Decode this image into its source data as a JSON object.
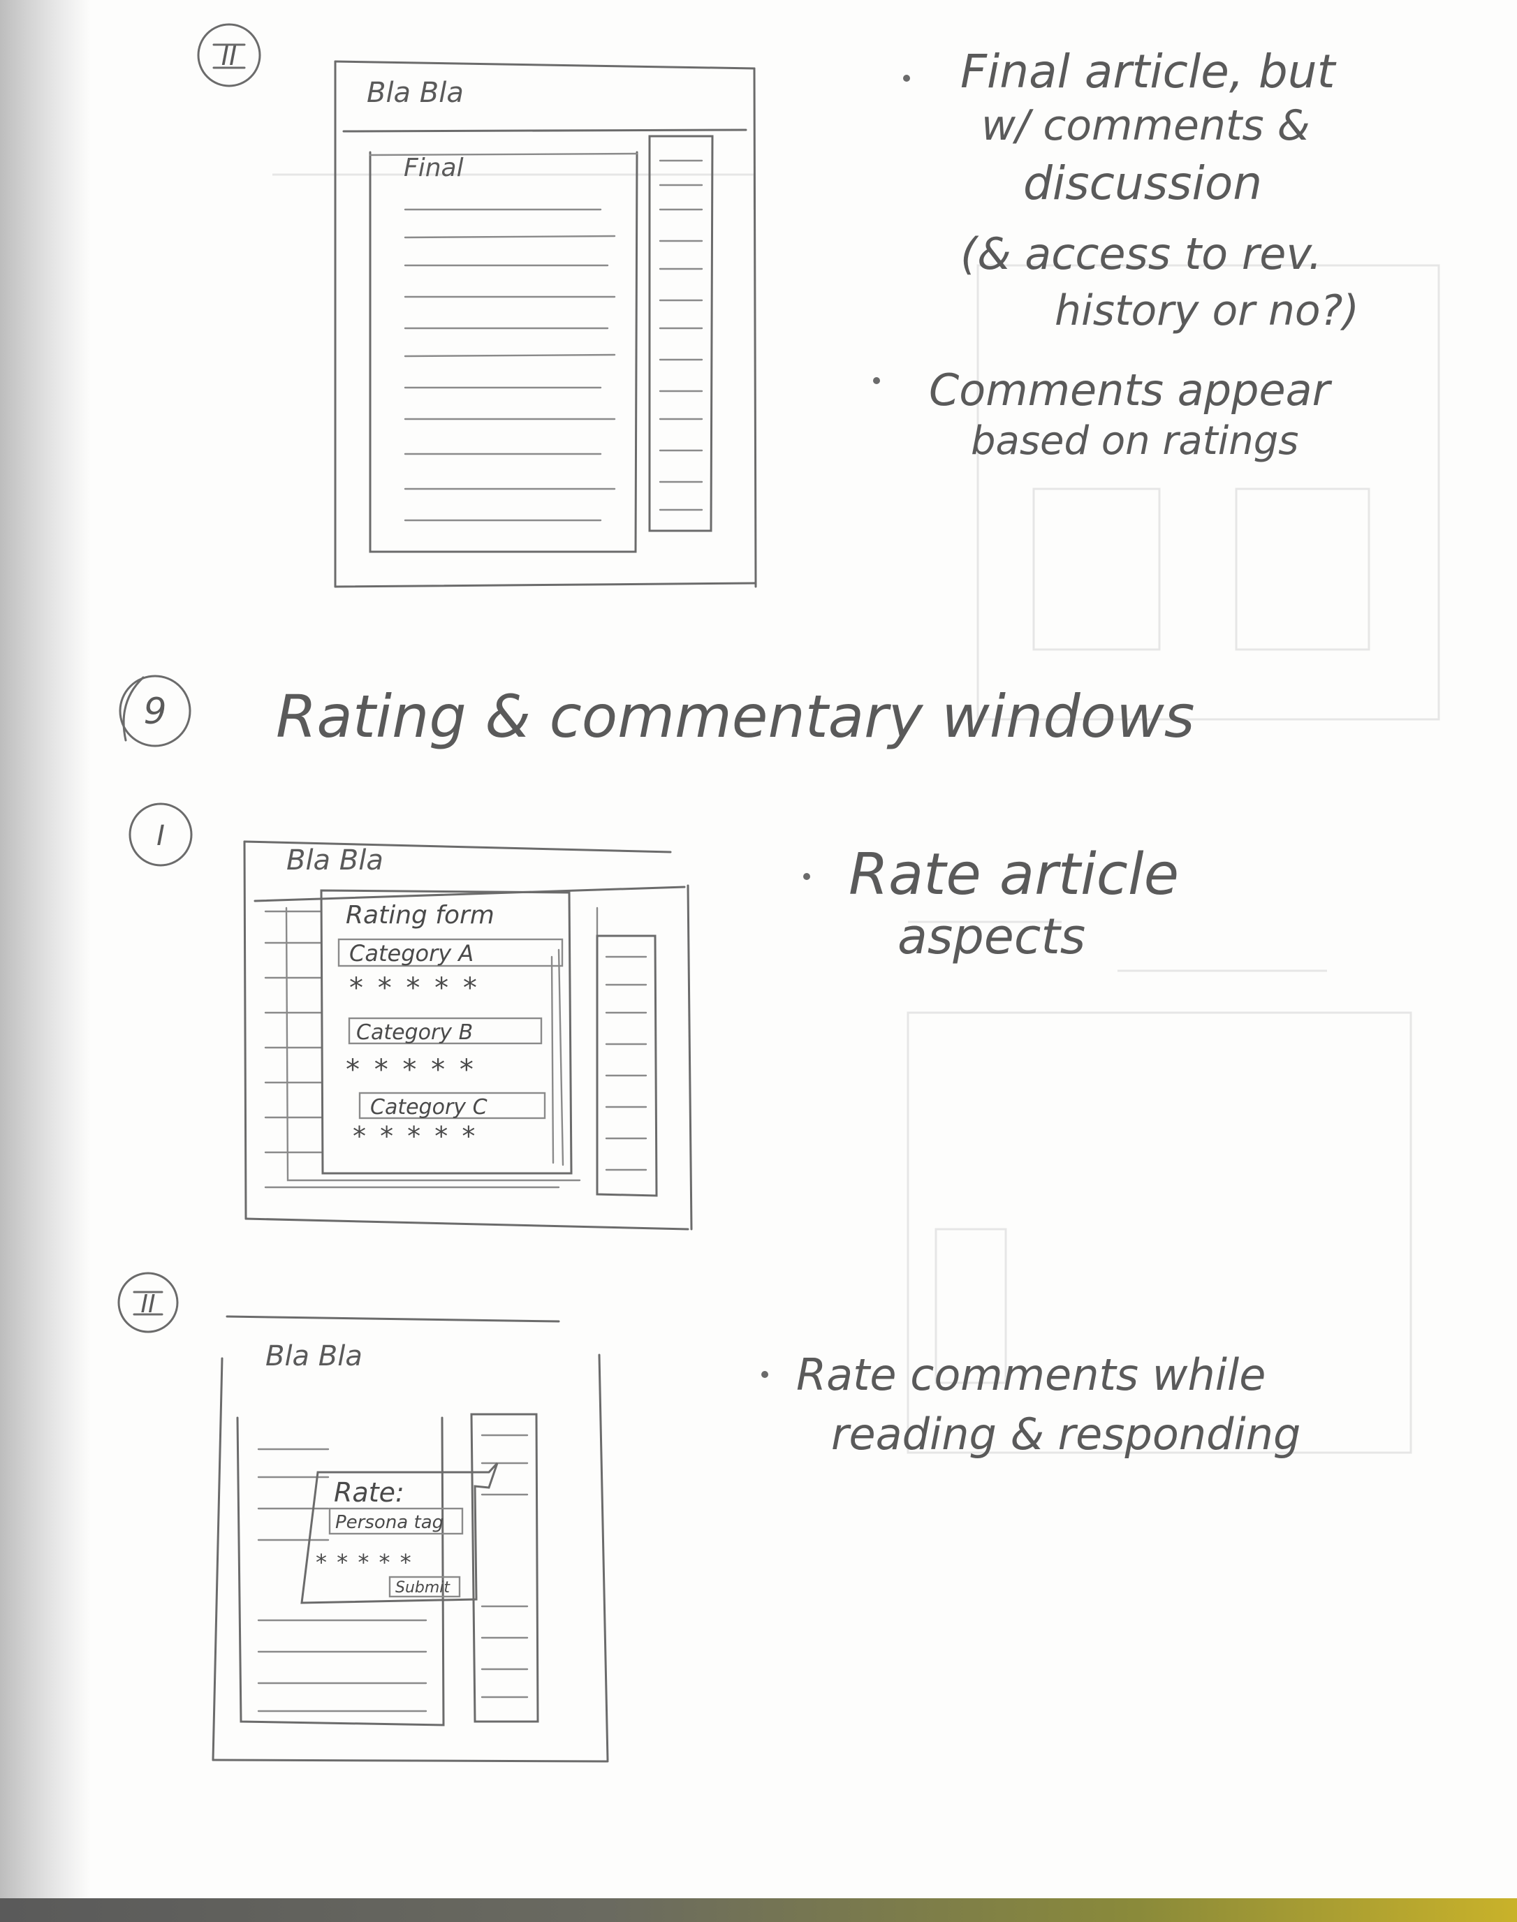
{
  "sections": [
    {
      "marker": "II",
      "sketch": {
        "header_text": "Bla Bla",
        "article_label": "Final"
      },
      "notes": [
        {
          "lines": [
            "Final article, but",
            "w/ comments &",
            "discussion",
            "(& access to rev.",
            "history or no?)"
          ]
        },
        {
          "lines": [
            "Comments appear",
            "based on ratings"
          ]
        }
      ]
    },
    {
      "marker": "9",
      "heading": "Rating & commentary windows"
    },
    {
      "marker": "I",
      "sketch": {
        "header_text": "Bla Bla",
        "form_title": "Rating form",
        "categories": [
          {
            "label": "Category A",
            "stars": "* * * * *"
          },
          {
            "label": "Category B",
            "stars": "* * * * *"
          },
          {
            "label": "Category C",
            "stars": "* * * * *"
          }
        ]
      },
      "notes": [
        {
          "lines": [
            "Rate article",
            "aspects"
          ]
        }
      ]
    },
    {
      "marker": "II",
      "sketch": {
        "header_text": "Bla Bla",
        "popup_title": "Rate:",
        "popup_field": "Persona tag",
        "popup_stars": "* * * * *",
        "popup_button": "Submit"
      },
      "notes": [
        {
          "lines": [
            "Rate comments while",
            "reading & responding"
          ]
        }
      ]
    }
  ]
}
